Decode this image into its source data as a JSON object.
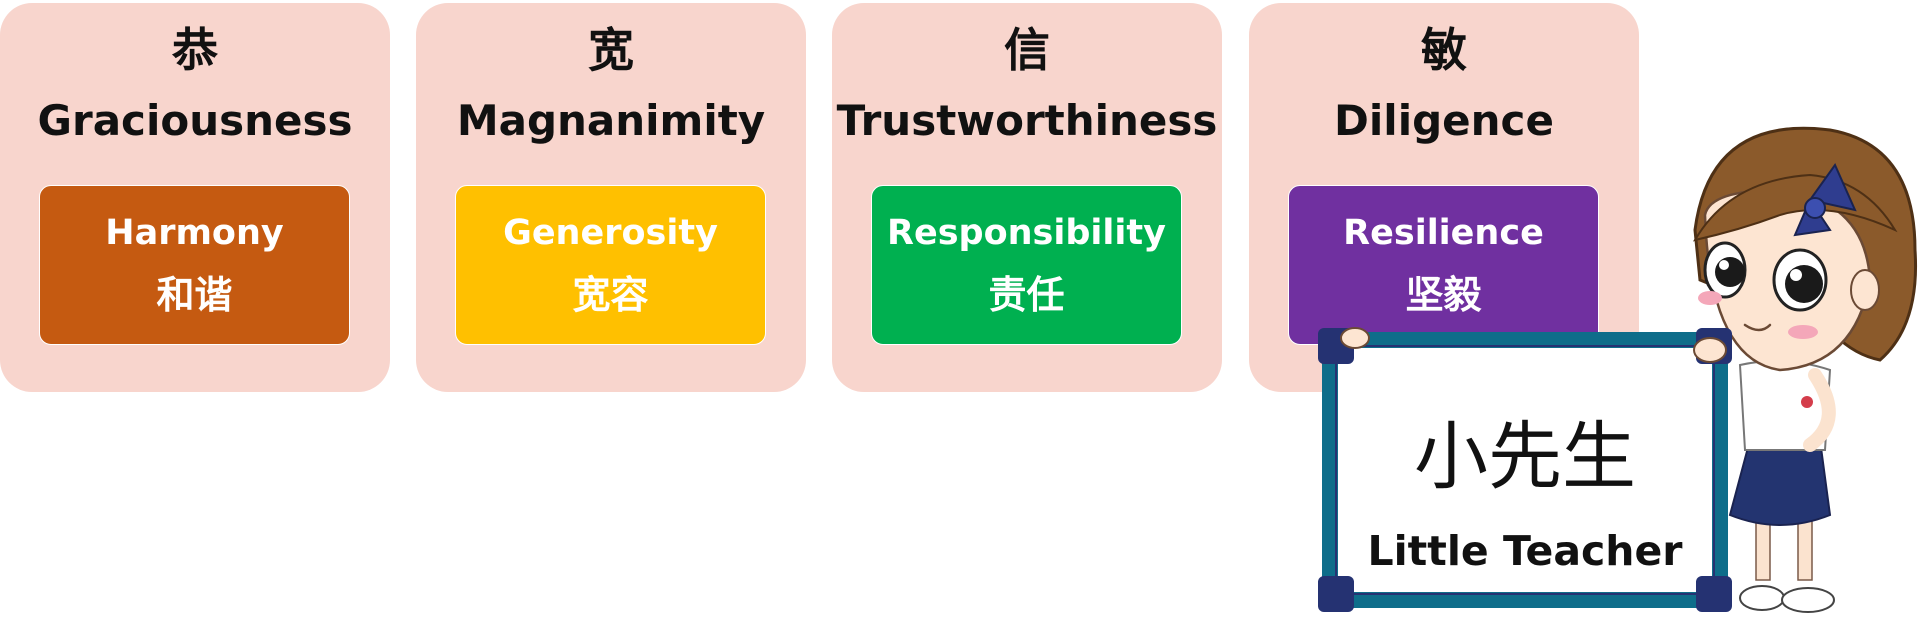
{
  "virtues": [
    {
      "chinese": "恭",
      "english": "Graciousness",
      "value_en": "Harmony",
      "value_zh": "和谐",
      "value_color": "#c55a11"
    },
    {
      "chinese": "宽",
      "english": "Magnanimity",
      "value_en": "Generosity",
      "value_zh": "宽容",
      "value_color": "#ffc000"
    },
    {
      "chinese": "信",
      "english": "Trustworthiness",
      "value_en": "Responsibility",
      "value_zh": "责任",
      "value_color": "#00b050"
    },
    {
      "chinese": "敏",
      "english": "Diligence",
      "value_en": "Resilience",
      "value_zh": "坚毅",
      "value_color": "#7030a0"
    }
  ],
  "colors": {
    "card_background": "#f8d5cd",
    "board_frame": "#0e6d8a",
    "board_corners": "#253272"
  },
  "mascot": {
    "sign_chinese": "小先生",
    "sign_english": "Little Teacher"
  }
}
